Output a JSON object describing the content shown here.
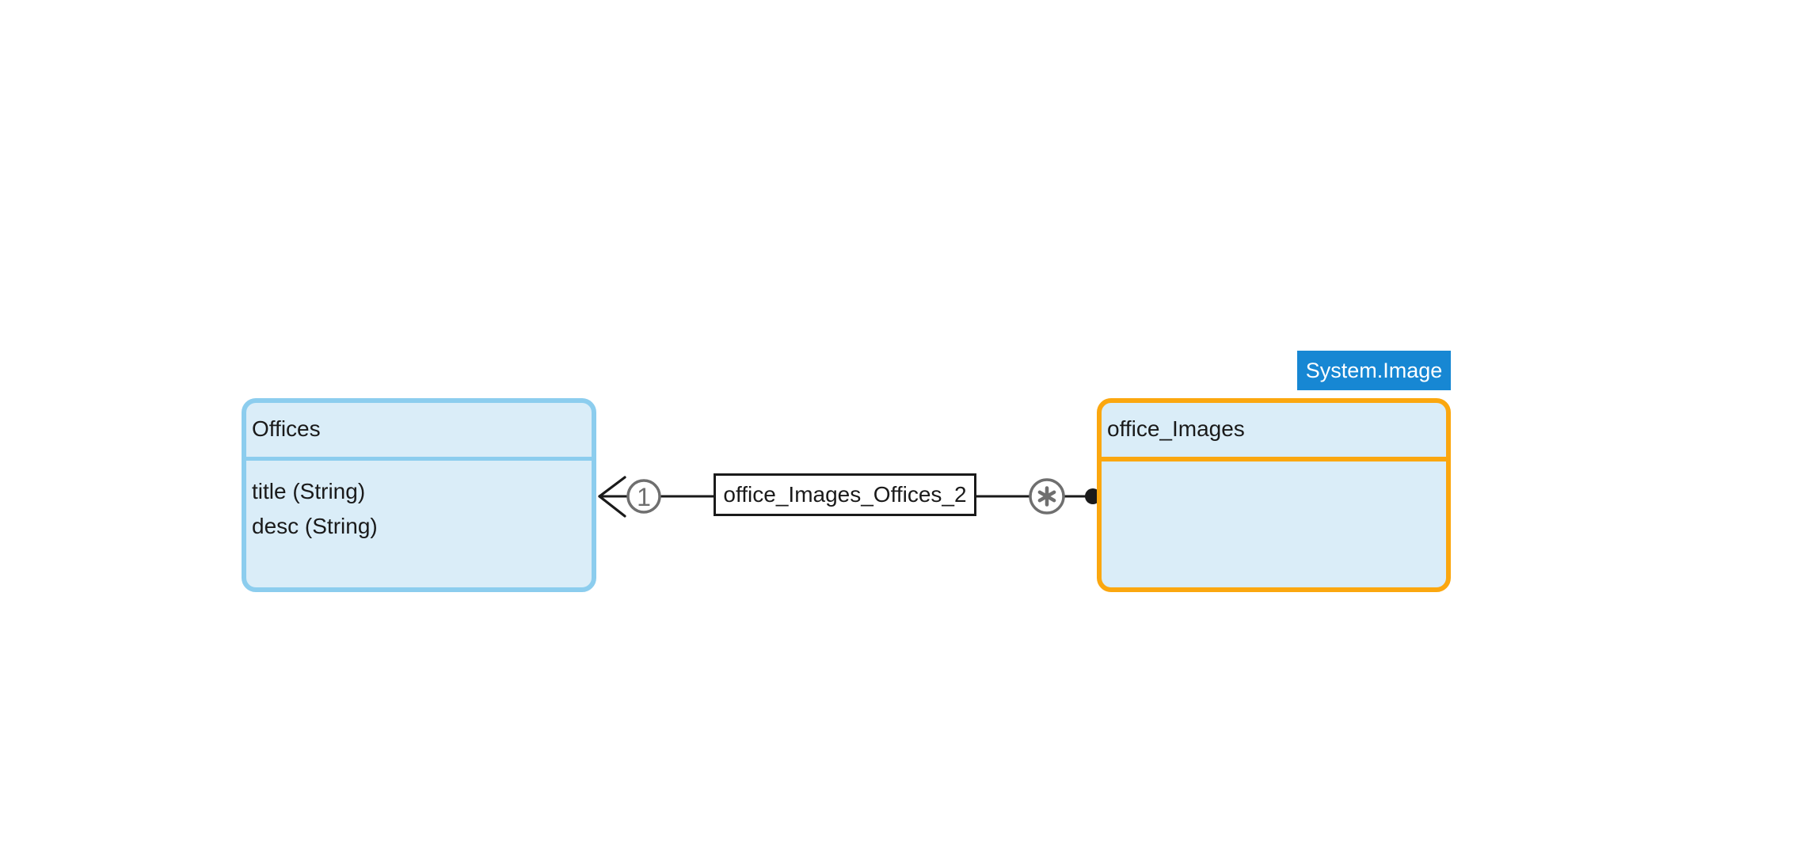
{
  "canvas": {
    "background": "#FFFFFF"
  },
  "diagram": {
    "entities": [
      {
        "id": "offices",
        "title": "Offices",
        "attributes": [
          "title (String)",
          "desc (String)"
        ],
        "border_color": "#8CCDEE",
        "fill_color": "#DAEDF8"
      },
      {
        "id": "office_images",
        "title": "office_Images",
        "attributes": [],
        "border_color": "#FBA70F",
        "fill_color": "#DAEDF8",
        "badge": {
          "label": "System.Image",
          "background": "#1787D3",
          "text_color": "#FFFFFF"
        }
      }
    ],
    "relationship": {
      "label": "office_Images_Offices_2",
      "source_cardinality": "1",
      "target_cardinality": "*",
      "source_marker": "crow-foot-arrow",
      "target_marker": "filled-dot",
      "line_color": "#1A1A1A",
      "marker_color": "#6F6F6F"
    }
  }
}
